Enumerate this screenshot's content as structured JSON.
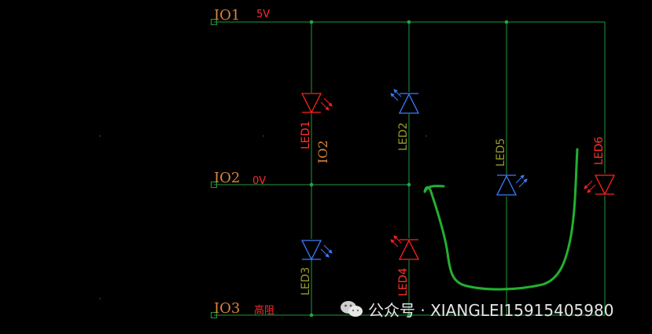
{
  "colors": {
    "background": "#000000",
    "wire": "#1f9a3c",
    "junction": "#22a845",
    "io_label": "#d9843a",
    "voltage_label": "#ff2a2a",
    "led_red": "#ff2020",
    "led_blue": "#3d7bff",
    "led_label_olive": "#9a9a2a",
    "led_label_red": "#ff3030",
    "annotation_stroke": "#22b030",
    "watermark_text": "#e6e6e6"
  },
  "nets": {
    "io1": {
      "name": "IO1",
      "voltage": "5V"
    },
    "io2": {
      "name": "IO2",
      "voltage": "0V"
    },
    "io3": {
      "name": "IO3",
      "voltage": "高阻"
    }
  },
  "leds": [
    {
      "id": "led1",
      "name": "LED1",
      "color": "red",
      "extra_label": "IO2"
    },
    {
      "id": "led2",
      "name": "LED2",
      "color": "blue"
    },
    {
      "id": "led3",
      "name": "LED3",
      "color": "blue"
    },
    {
      "id": "led4",
      "name": "LED4",
      "color": "red"
    },
    {
      "id": "led5",
      "name": "LED5",
      "color": "blue"
    },
    {
      "id": "led6",
      "name": "LED6",
      "color": "red"
    }
  ],
  "watermark": {
    "icon": "wechat-icon",
    "text": "公众号 · XIANGLEI15915405980"
  }
}
